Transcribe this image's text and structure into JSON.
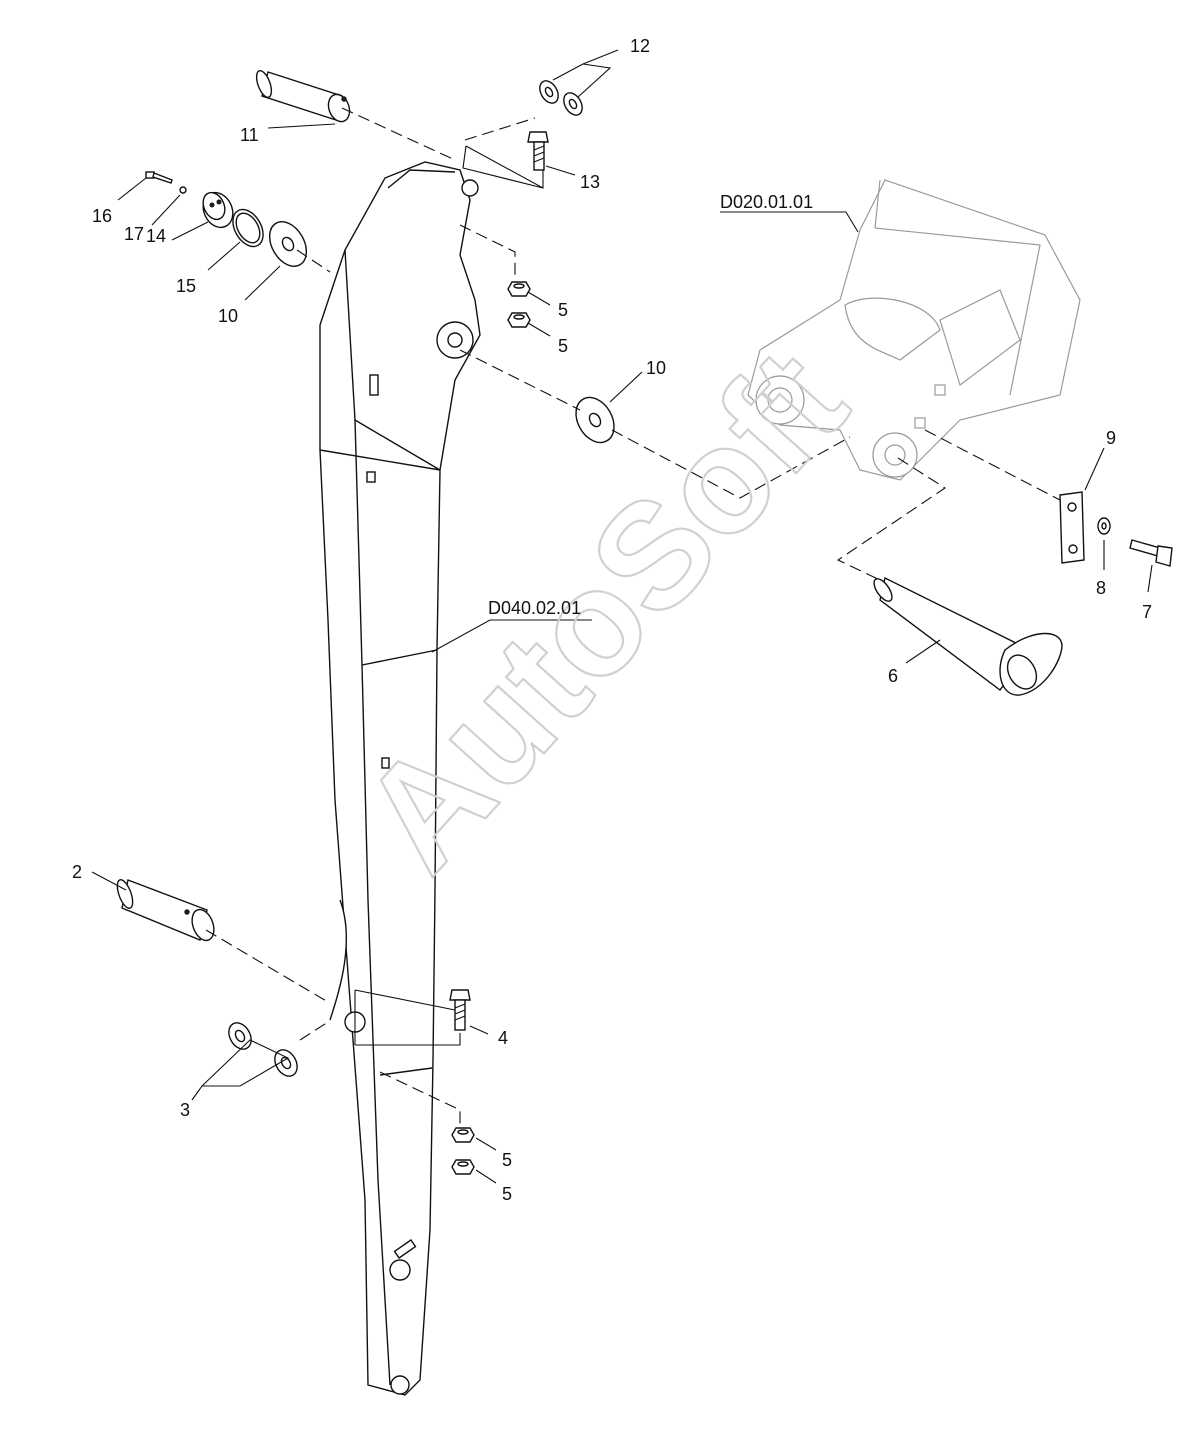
{
  "watermark": "AutoSoft",
  "assemblies": {
    "arm": "D040.02.01",
    "boom": "D020.01.01"
  },
  "callouts": {
    "c2": "2",
    "c3": "3",
    "c4": "4",
    "c5a": "5",
    "c5b": "5",
    "c5c": "5",
    "c5d": "5",
    "c6": "6",
    "c7": "7",
    "c8": "8",
    "c9": "9",
    "c10a": "10",
    "c10b": "10",
    "c11": "11",
    "c12": "12",
    "c13": "13",
    "c14": "14",
    "c15": "15",
    "c16": "16",
    "c17": "17"
  }
}
